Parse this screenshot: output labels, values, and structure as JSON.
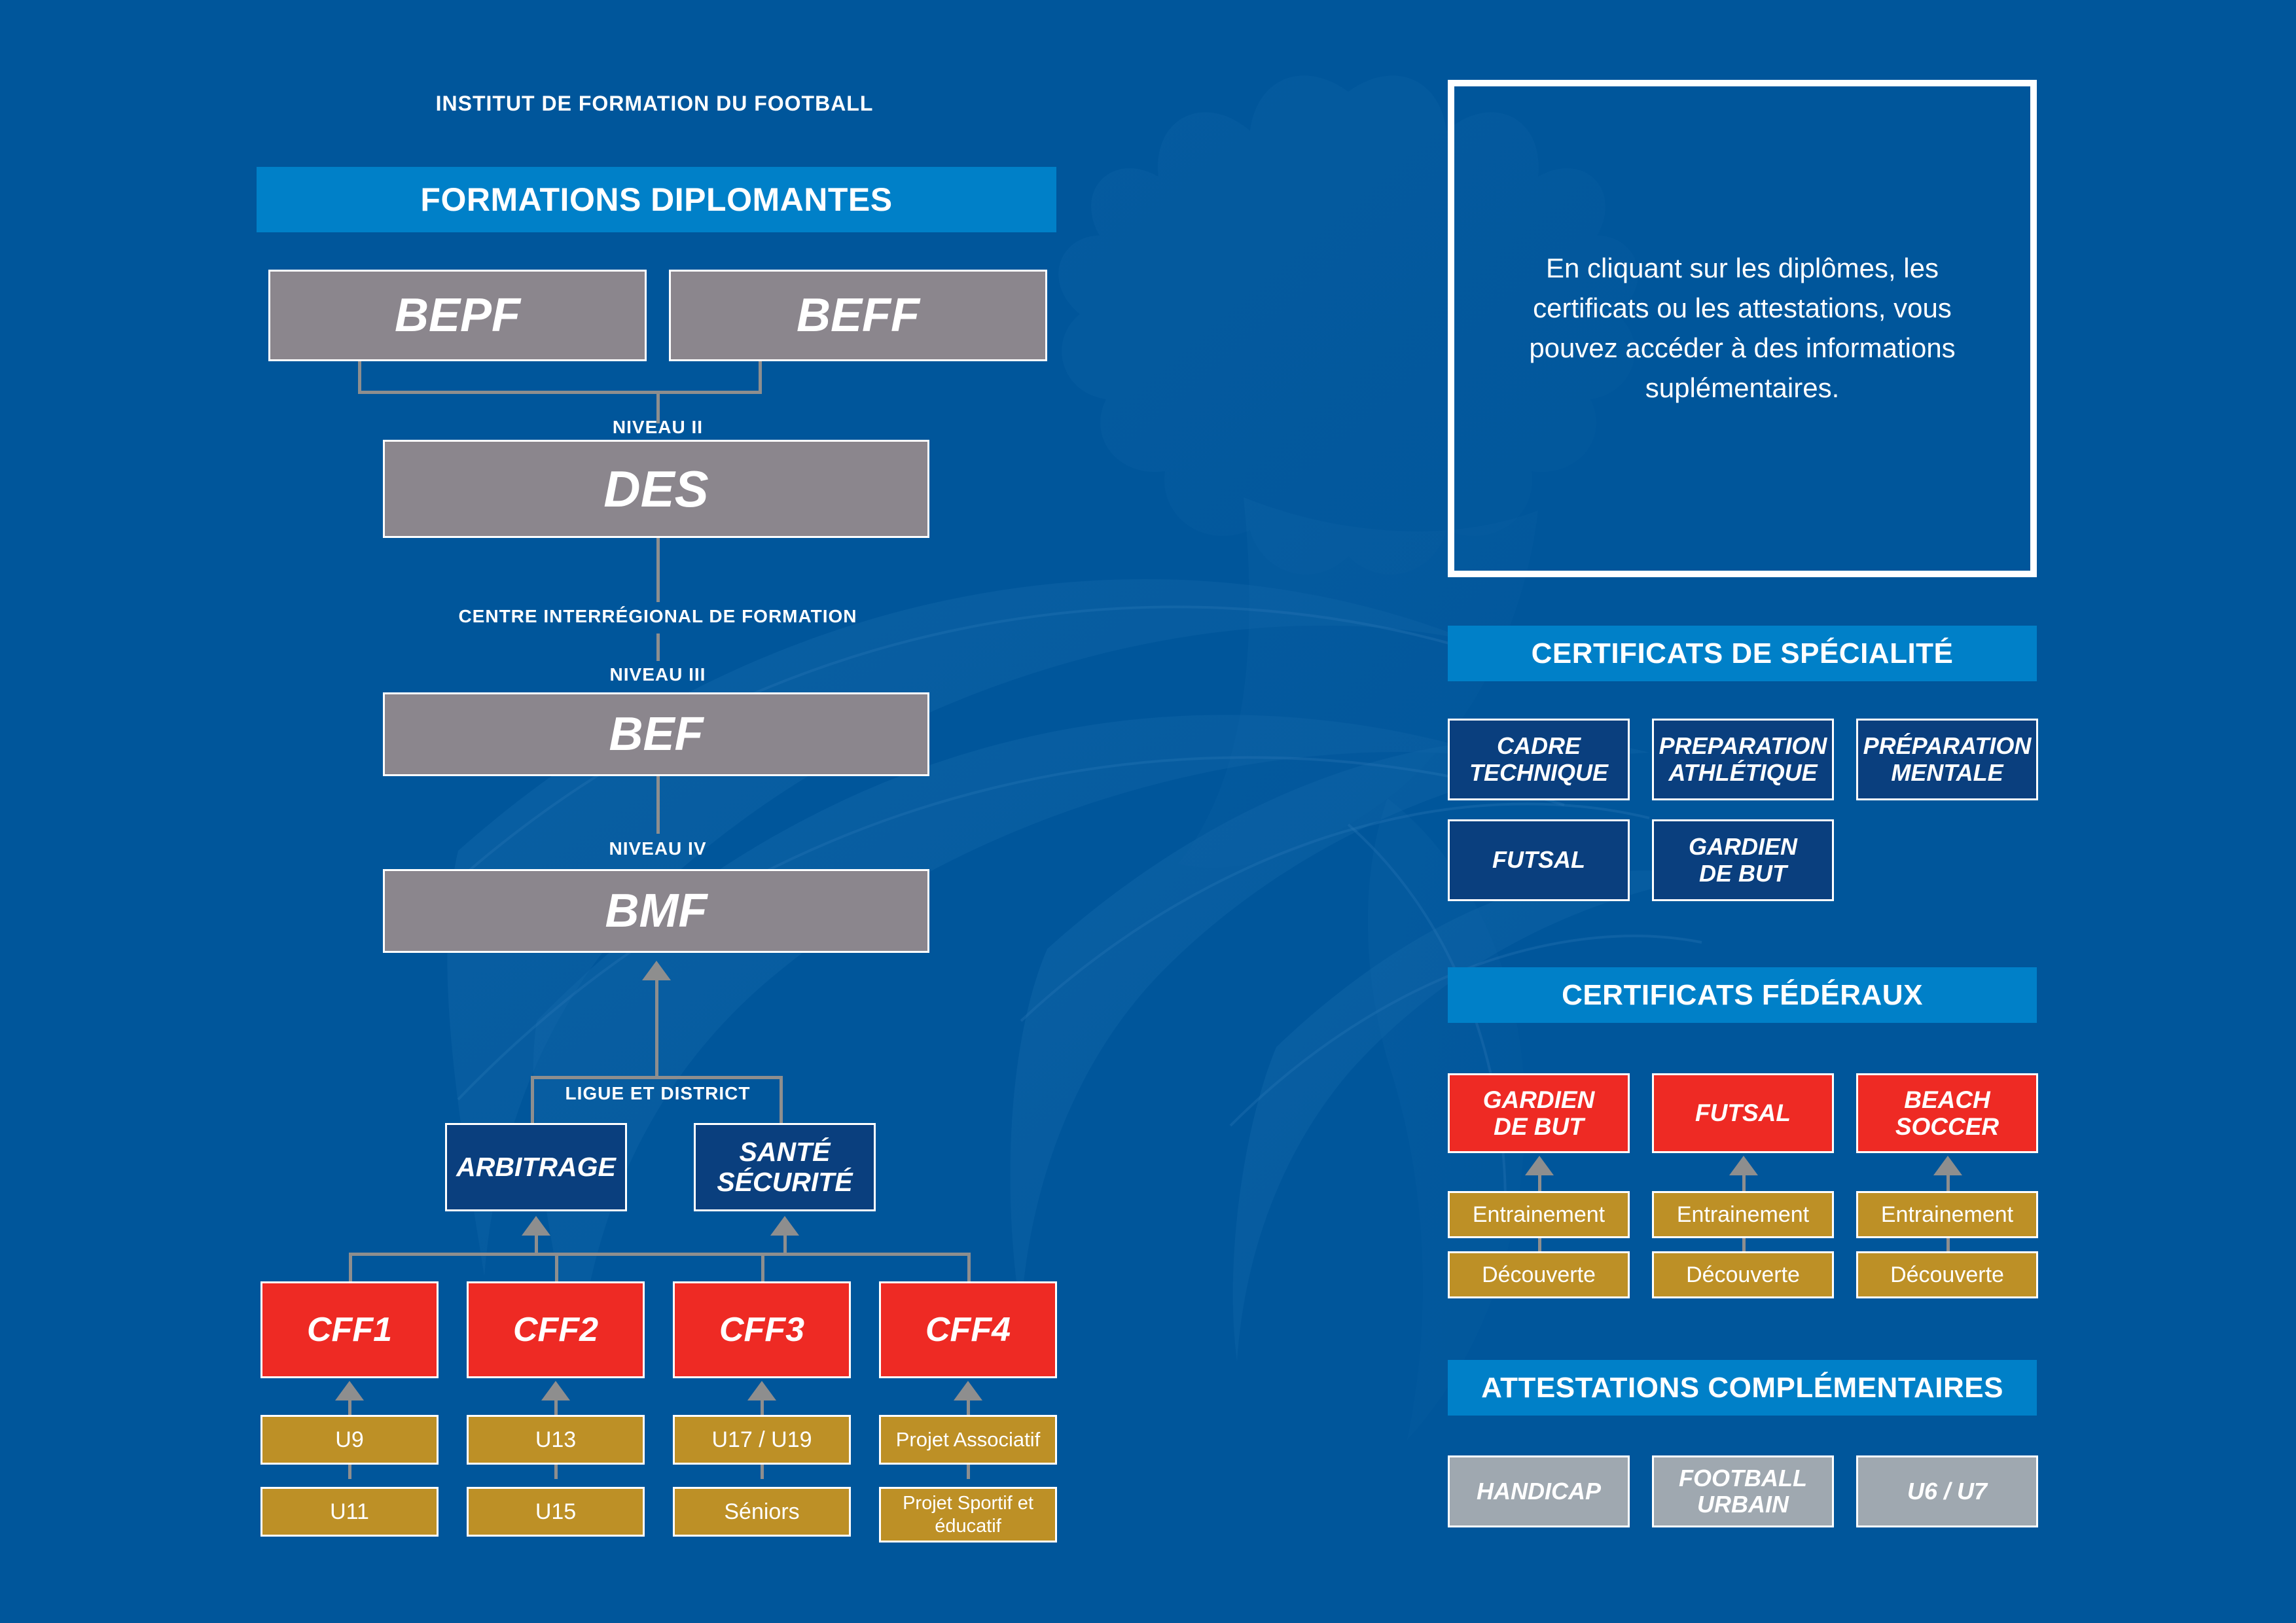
{
  "page": {
    "background_color": "#00569B",
    "accent_blue": "#0080C8",
    "navy": "#0A3F7E",
    "red": "#EE2A24",
    "gold": "#BD9026",
    "grey": "#8B868D",
    "light_grey": "#9FA8B0",
    "connector_grey": "#8E8E8E"
  },
  "left": {
    "institute_title": "INSTITUT DE FORMATION DU FOOTBALL",
    "section_header": "FORMATIONS DIPLOMANTES",
    "top_diplomas": [
      {
        "label": "BEPF"
      },
      {
        "label": "BEFF"
      }
    ],
    "level_labels": {
      "niveau2": "NIVEAU II",
      "centre": "CENTRE INTERRÉGIONAL DE FORMATION",
      "niveau3": "NIVEAU III",
      "niveau4": "NIVEAU IV",
      "ligue": "LIGUE ET DISTRICT"
    },
    "des": "DES",
    "bef": "BEF",
    "bmf": "BMF",
    "side_modules": [
      {
        "label": "ARBITRAGE"
      },
      {
        "label": "SANTÉ\nSÉCURITÉ"
      }
    ],
    "cff": [
      {
        "label": "CFF1",
        "children": [
          "U9",
          "U11"
        ]
      },
      {
        "label": "CFF2",
        "children": [
          "U13",
          "U15"
        ]
      },
      {
        "label": "CFF3",
        "children": [
          "U17 / U19",
          "Séniors"
        ]
      },
      {
        "label": "CFF4",
        "children": [
          "Projet Associatif",
          "Projet Sportif et éducatif"
        ]
      }
    ]
  },
  "right": {
    "instruction": "En cliquant sur les diplômes, les certificats ou les attestations, vous pouvez accéder à des informations suplémentaires.",
    "specialty": {
      "header": "CERTIFICATS DE SPÉCIALITÉ",
      "items": [
        "CADRE\nTECHNIQUE",
        "PREPARATION\nATHLÉTIQUE",
        "PRÉPARATION\nMENTALE",
        "FUTSAL",
        "GARDIEN\nDE BUT"
      ]
    },
    "federal": {
      "header": "CERTIFICATS FÉDÉRAUX",
      "columns": [
        {
          "top": "GARDIEN\nDE BUT",
          "middle": "Entrainement",
          "bottom": "Découverte"
        },
        {
          "top": "FUTSAL",
          "middle": "Entrainement",
          "bottom": "Découverte"
        },
        {
          "top": "BEACH\nSOCCER",
          "middle": "Entrainement",
          "bottom": "Découverte"
        }
      ]
    },
    "attestations": {
      "header": "ATTESTATIONS COMPLÉMENTAIRES",
      "items": [
        "HANDICAP",
        "FOOTBALL\nURBAIN",
        "U6 / U7"
      ]
    }
  }
}
